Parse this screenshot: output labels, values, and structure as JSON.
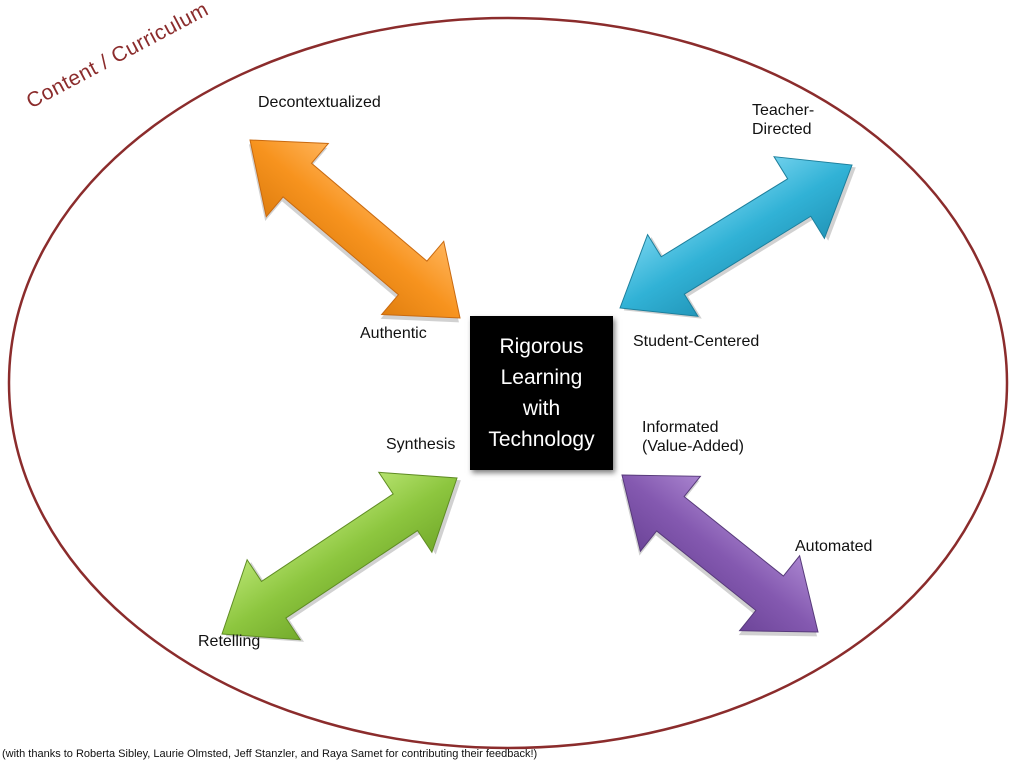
{
  "frame": {
    "label": "Content / Curriculum",
    "color": "#8b2c2c"
  },
  "center": {
    "text": "Rigorous\nLearning\nwith\nTechnology",
    "background": "#000000",
    "text_color": "#ffffff"
  },
  "arrows": [
    {
      "id": "orange",
      "color": "#f7931e",
      "edge": "#c96a10",
      "outer_label": "Decontextualized",
      "inner_label": "Authentic"
    },
    {
      "id": "blue",
      "color": "#31b2d6",
      "edge": "#1d7f9c",
      "outer_label": "Teacher-\nDirected",
      "inner_label": "Student-Centered"
    },
    {
      "id": "green",
      "color": "#8dc63f",
      "edge": "#5f8c24",
      "outer_label": "Retelling",
      "inner_label": "Synthesis"
    },
    {
      "id": "purple",
      "color": "#8459b0",
      "edge": "#573a7a",
      "outer_label": "Automated",
      "inner_label": "Informated\n(Value-Added)"
    }
  ],
  "footer": {
    "credit": "(with thanks to Roberta Sibley, Laurie Olmsted, Jeff Stanzler, and Raya Samet for contributing their feedback!)"
  }
}
